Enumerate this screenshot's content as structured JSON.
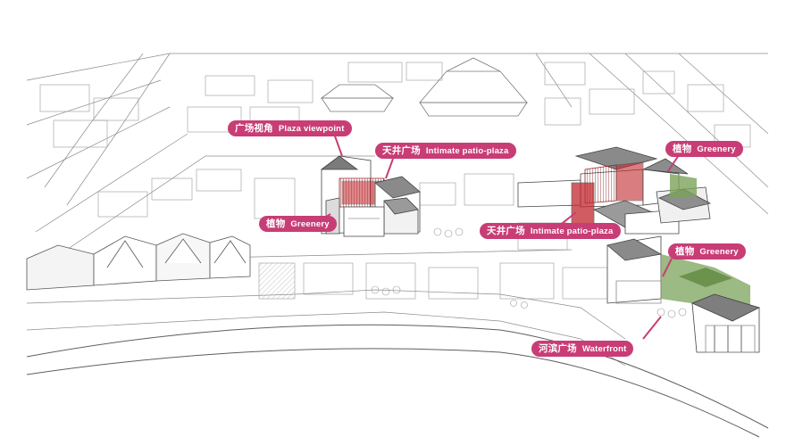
{
  "colors": {
    "label_bg": "#c83d76",
    "accent_red": "#c2282e",
    "green": "#7ba35a",
    "line": "#6f6f6f"
  },
  "labels": {
    "plaza_viewpoint": {
      "cn": "广场视角",
      "en": "Plaza viewpoint"
    },
    "patio_left": {
      "cn": "天井广场",
      "en": "Intimate patio-plaza"
    },
    "greenery_left": {
      "cn": "植物",
      "en": "Greenery"
    },
    "patio_center": {
      "cn": "天井广场",
      "en": "Intimate patio-plaza"
    },
    "greenery_top_right": {
      "cn": "植物",
      "en": "Greenery"
    },
    "greenery_right": {
      "cn": "植物",
      "en": "Greenery"
    },
    "waterfront": {
      "cn": "河滨广场",
      "en": "Waterfront"
    }
  }
}
